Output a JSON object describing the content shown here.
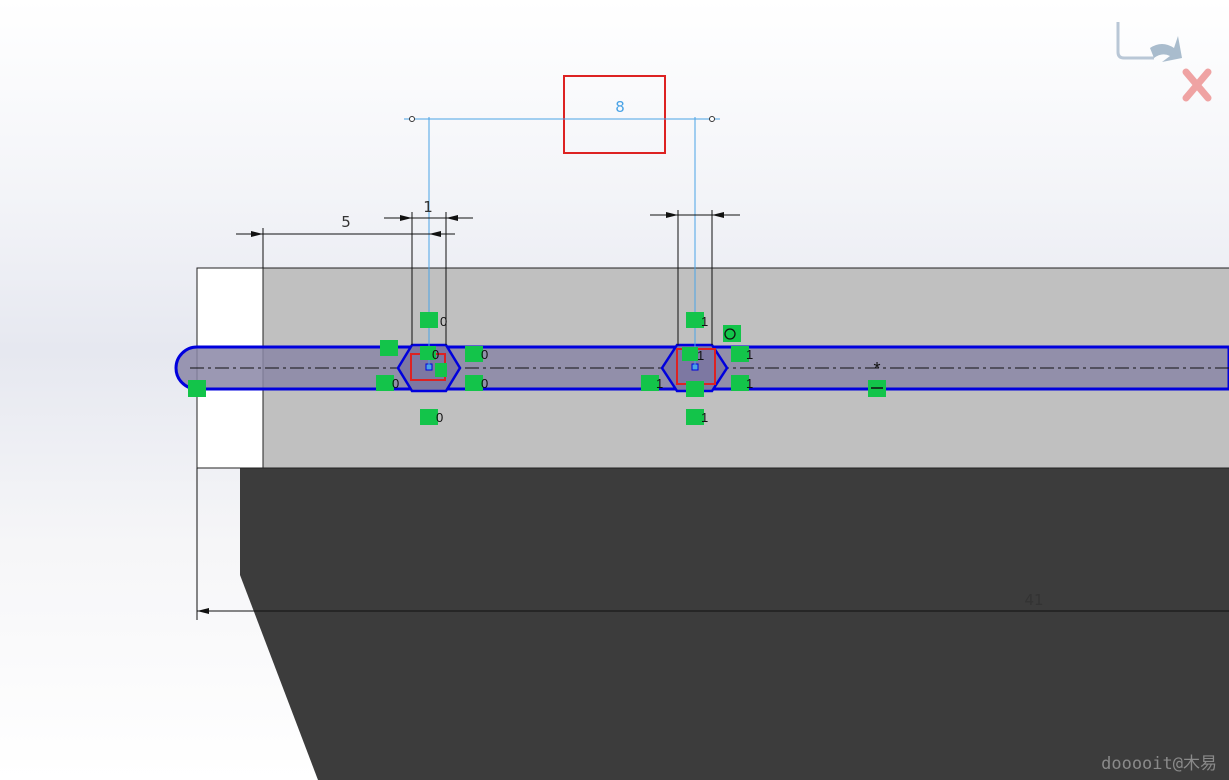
{
  "dimensions": {
    "horizontal_top": "8",
    "left_offset": "5",
    "left_hex_width": "1",
    "overall_length": "41"
  },
  "relations": {
    "hex1_points": [
      "0",
      "0",
      "0",
      "0",
      "0",
      "0"
    ],
    "hex2_points": [
      "1",
      "1",
      "1",
      "1",
      "1",
      "1"
    ]
  },
  "colors": {
    "sketch_blue": "#0000dd",
    "relation_green": "#13c44a",
    "highlight_red": "#dd2222",
    "dim_line_blue": "#4aa3e6",
    "part_face": "#c0c0c0",
    "slot_fill": "#8a86a6"
  },
  "icons": {
    "confirm": "confirm-corner-icon",
    "cancel": "cancel-x-icon"
  },
  "watermark": "dooooit@木易"
}
